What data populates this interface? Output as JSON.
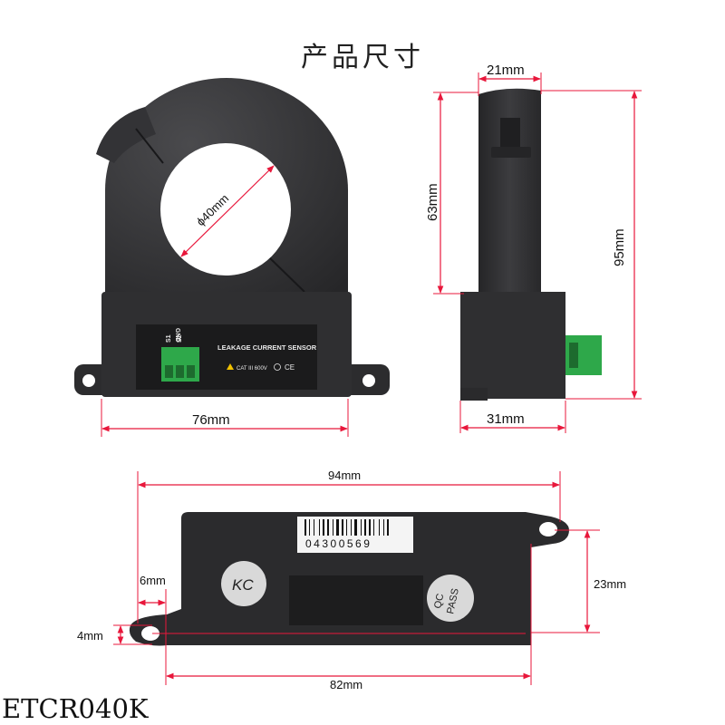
{
  "title": "产品尺寸",
  "model": "ETCR040K",
  "front_view": {
    "inner_diameter": "ϕ40mm",
    "width": "76mm",
    "terminal_labels": [
      "S1",
      "S2",
      "GND"
    ],
    "label_text": "LEAKAGE CURRENT SENSOR",
    "rating_text": "CAT III 600V",
    "ce_mark": "CE"
  },
  "side_view": {
    "top_width": "21mm",
    "upper_height": "63mm",
    "total_height": "95mm",
    "base_width": "31mm"
  },
  "bottom_view": {
    "overall_length": "94mm",
    "barcode_number": "04300569",
    "sticker_kc": "KC",
    "sticker_qc_line1": "QC",
    "sticker_qc_line2": "PASS",
    "hole_height": "23mm",
    "edge_offset": "6mm",
    "hole_offset": "4mm",
    "hole_spacing": "82mm"
  },
  "colors": {
    "dimension_line": "#e8173b",
    "housing": "#2e2e30",
    "terminal": "#2ea84a",
    "label_plate": "#1b1b1c"
  }
}
